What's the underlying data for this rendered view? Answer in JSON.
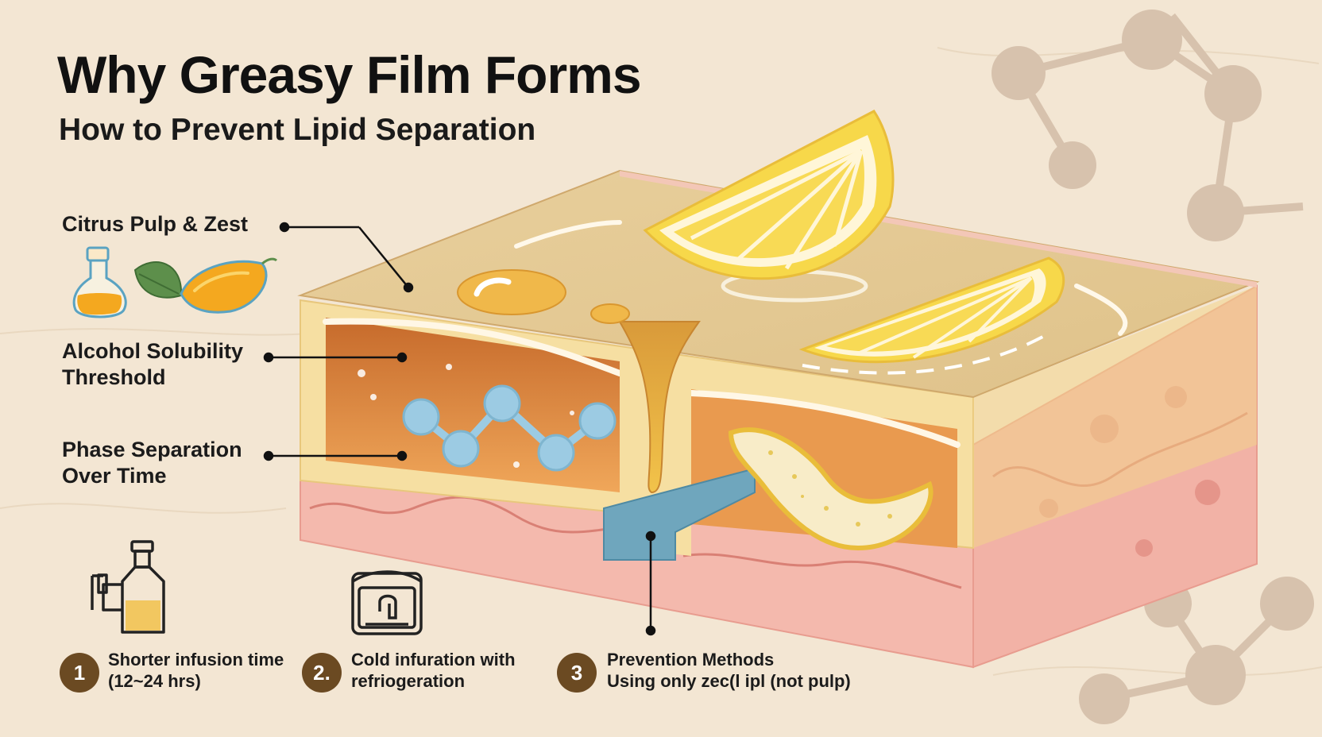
{
  "header": {
    "title": "Why Greasy Film Forms",
    "subtitle": "How to Prevent Lipid Separation"
  },
  "callouts": [
    {
      "lines": [
        "Citrus Pulp & Zest"
      ]
    },
    {
      "lines": [
        "Alcohol Solubility",
        "Threshold"
      ]
    },
    {
      "lines": [
        "Phase Separation",
        "Over Time"
      ]
    }
  ],
  "steps": [
    {
      "number": "1",
      "lines": [
        "Shorter infusion time",
        "(12~24 hrs)"
      ],
      "icon": "infusion-bottle-icon"
    },
    {
      "number": "2.",
      "lines": [
        "Cold infuration with",
        "refriogeration"
      ],
      "icon": "refrigerator-jar-icon"
    },
    {
      "number": "3",
      "lines": [
        "Prevention Methods",
        "Using only zec(l ipl (not pulp)"
      ],
      "icon": "none"
    }
  ],
  "colors": {
    "background": "#f3e6d3",
    "lemon": "#f7d84a",
    "oil": "#e8a73a",
    "skin": "#f2b3a8",
    "water": "#9ccbe3",
    "step_badge": "#6b4a22"
  },
  "icons": [
    "flask-icon",
    "leaf-icon",
    "lemon-icon",
    "molecule-icon",
    "lemon-slice-icon",
    "zest-peel-icon"
  ]
}
